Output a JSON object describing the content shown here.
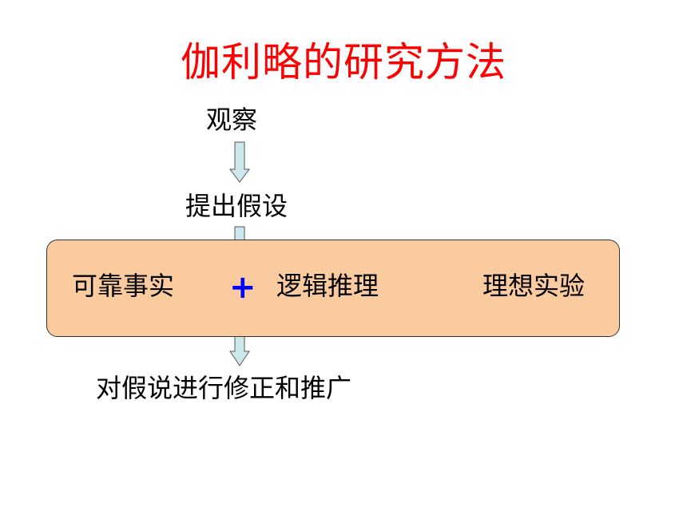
{
  "title": "伽利略的研究方法",
  "colors": {
    "title": "#ff0000",
    "box_fill": "#fbcba0",
    "arrow_fill": "#cde8ec",
    "plus": "#0000ff"
  },
  "steps": {
    "observe": "观察",
    "hypothesis": "提出假设",
    "conclusion": "对假说进行修正和推广"
  },
  "method_box": {
    "fact": "可靠事实",
    "plus": "+",
    "logic": "逻辑推理",
    "ideal": "理想实验"
  }
}
